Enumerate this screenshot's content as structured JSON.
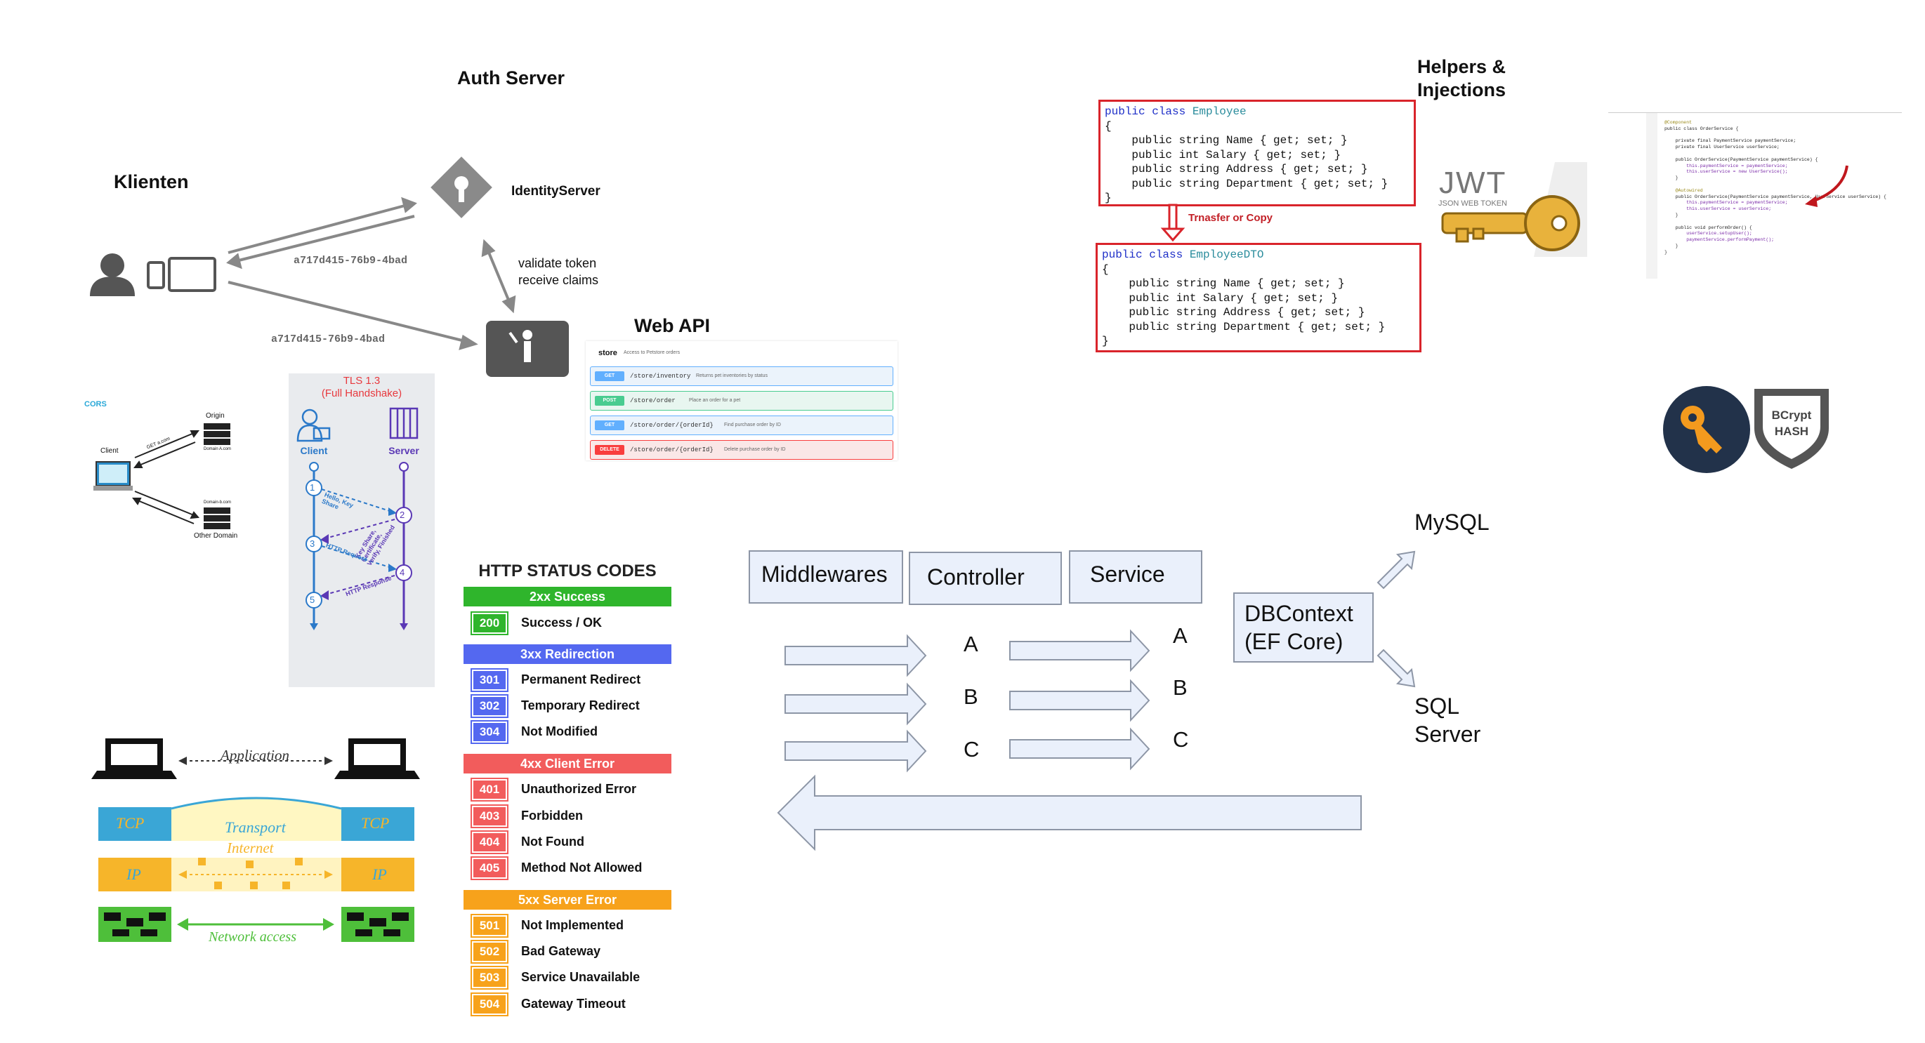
{
  "auth": {
    "clients_title": "Klienten",
    "auth_title": "Auth Server",
    "identity_label": "IdentityServer",
    "token1": "a717d415-76b9-4bad",
    "token2": "a717d415-76b9-4bad",
    "validate_line1": "validate token",
    "validate_line2": "receive claims",
    "webapi_title": "Web API"
  },
  "swagger": {
    "tag": "store",
    "tag_desc": "Access to Petstore orders",
    "rows": [
      {
        "method": "GET",
        "path": "/store/inventory",
        "desc": "Returns pet inventories by status",
        "color": "#61affe",
        "bg": "#ebf3fb"
      },
      {
        "method": "POST",
        "path": "/store/order",
        "desc": "Place an order for a pet",
        "color": "#49cc90",
        "bg": "#e8f6f0"
      },
      {
        "method": "GET",
        "path": "/store/order/{orderId}",
        "desc": "Find purchase order by ID",
        "color": "#61affe",
        "bg": "#ebf3fb"
      },
      {
        "method": "DELETE",
        "path": "/store/order/{orderId}",
        "desc": "Delete purchase order by ID",
        "color": "#f93e3e",
        "bg": "#fae7e7"
      }
    ]
  },
  "cors": {
    "title": "CORS",
    "client": "Client",
    "origin": "Origin",
    "other_domain": "Other Domain",
    "get_line": "GET a.com",
    "domain_a": "Domain A.com",
    "domain_b": "Domain-b.com"
  },
  "tls": {
    "title1": "TLS 1.3",
    "title2": "(Full Handshake)",
    "client": "Client",
    "server": "Server",
    "steps": [
      "1",
      "2",
      "3",
      "4",
      "5"
    ],
    "msg1": "Hello, Key Share",
    "msg2": "Key Share, Certificate, Verify, Finished",
    "msg3": "HTTP Request",
    "msg4": "HTTP Response"
  },
  "net": {
    "application": "Application",
    "transport": "Transport",
    "internet": "Internet",
    "network_access": "Network access",
    "tcp": "TCP",
    "ip": "IP"
  },
  "http": {
    "title": "HTTP STATUS CODES",
    "groups": [
      {
        "label": "2xx Success",
        "color": "#2fb52c",
        "items": [
          {
            "code": "200",
            "text": "Success / OK"
          }
        ]
      },
      {
        "label": "3xx Redirection",
        "color": "#5468f0",
        "items": [
          {
            "code": "301",
            "text": "Permanent Redirect"
          },
          {
            "code": "302",
            "text": "Temporary Redirect"
          },
          {
            "code": "304",
            "text": "Not Modified"
          }
        ]
      },
      {
        "label": "4xx Client Error",
        "color": "#f25c5c",
        "items": [
          {
            "code": "401",
            "text": "Unauthorized Error"
          },
          {
            "code": "403",
            "text": "Forbidden"
          },
          {
            "code": "404",
            "text": "Not Found"
          },
          {
            "code": "405",
            "text": "Method Not Allowed"
          }
        ]
      },
      {
        "label": "5xx Server Error",
        "color": "#f7a21b",
        "items": [
          {
            "code": "501",
            "text": "Not Implemented"
          },
          {
            "code": "502",
            "text": "Bad Gateway"
          },
          {
            "code": "503",
            "text": "Service Unavailable"
          },
          {
            "code": "504",
            "text": "Gateway Timeout"
          }
        ]
      }
    ]
  },
  "code": {
    "transfer_label": "Trnasfer or Copy",
    "employee": {
      "kw1": "public class",
      "name": "Employee",
      "lines": [
        "public string Name { get; set; }",
        "public int Salary { get; set; }",
        "public string Address { get; set; }",
        "public string Department { get; set; }"
      ]
    },
    "dto": {
      "kw1": "public class",
      "name": "EmployeeDTO",
      "lines": [
        "public string Name { get; set; }",
        "public int Salary { get; set; }",
        "public string Address { get; set; }",
        "public string Department { get; set; }"
      ]
    }
  },
  "helpers": {
    "title_line1": "Helpers &",
    "title_line2": "Injections",
    "jwt": "JWT",
    "jwt_sub": "JSON WEB TOKEN",
    "bcrypt1": "BCrypt",
    "bcrypt2": "HASH",
    "ide_lines": [
      "@Component",
      "public class OrderService {",
      "private final PaymentService paymentService;",
      "private final UserService userService;",
      "public OrderService(PaymentService paymentService) {",
      "this.paymentService = paymentService;",
      "this.userService = new UserService();",
      "}",
      "@Autowired",
      "public OrderService(PaymentService paymentService, UserService userService) {",
      "this.paymentService = paymentService;",
      "this.userService = userService;",
      "}",
      "public void performOrder() {",
      "userService.setupUser();",
      "paymentService.performPayment();",
      "}",
      "}"
    ]
  },
  "pipeline": {
    "middlewares": "Middlewares",
    "controller": "Controller",
    "service": "Service",
    "dbcontext1": "DBContext",
    "dbcontext2": "(EF Core)",
    "mysql": "MySQL",
    "sql1": "SQL",
    "sql2": "Server",
    "letters_left": [
      "A",
      "B",
      "C"
    ],
    "letters_right": [
      "A",
      "B",
      "C"
    ]
  }
}
